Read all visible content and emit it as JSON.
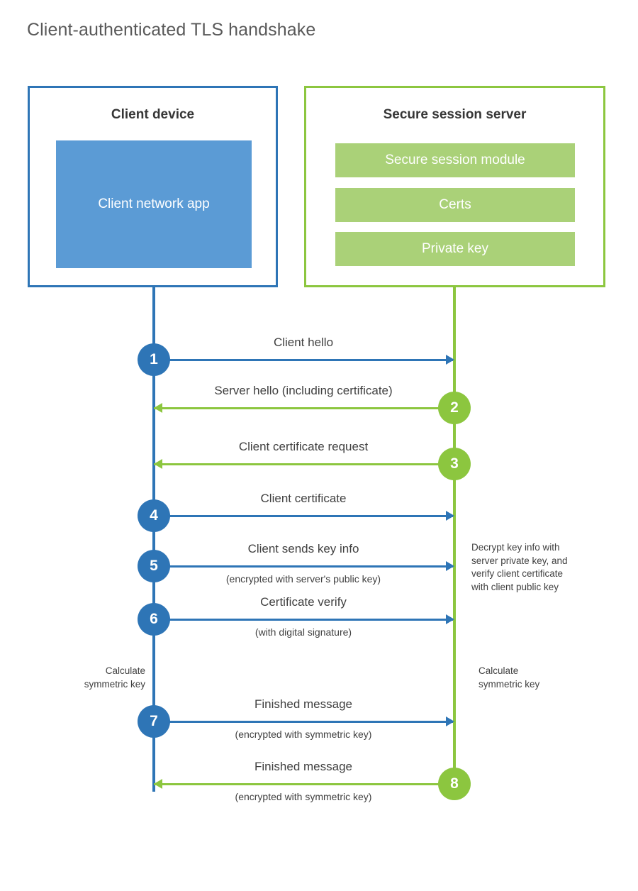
{
  "title": "Client-authenticated TLS handshake",
  "colors": {
    "client_blue": "#2e75b6",
    "client_app_blue": "#5b9bd5",
    "server_green": "#8cc63f",
    "server_block_green": "#aad178",
    "text": "#404040",
    "title_text": "#595959"
  },
  "client": {
    "title": "Client device",
    "app_label": "Client network\napp"
  },
  "server": {
    "title": "Secure session server",
    "blocks": [
      "Secure session module",
      "Certs",
      "Private key"
    ]
  },
  "messages": [
    {
      "step": "1",
      "direction": "client-to-server",
      "label": "Client hello",
      "sublabel": ""
    },
    {
      "step": "2",
      "direction": "server-to-client",
      "label": "Server hello (including certificate)",
      "sublabel": ""
    },
    {
      "step": "3",
      "direction": "server-to-client",
      "label": "Client certificate request",
      "sublabel": ""
    },
    {
      "step": "4",
      "direction": "client-to-server",
      "label": "Client certificate",
      "sublabel": ""
    },
    {
      "step": "5",
      "direction": "client-to-server",
      "label": "Client sends key info",
      "sublabel": "(encrypted with server's public key)"
    },
    {
      "step": "6",
      "direction": "client-to-server",
      "label": "Certificate verify",
      "sublabel": "(with digital signature)"
    },
    {
      "step": "7",
      "direction": "client-to-server",
      "label": "Finished message",
      "sublabel": "(encrypted with symmetric key)"
    },
    {
      "step": "8",
      "direction": "server-to-client",
      "label": "Finished message",
      "sublabel": "(encrypted with symmetric key)"
    }
  ],
  "notes": {
    "decrypt": "Decrypt key info with\nserver private key, and\nverify client certificate\nwith client public key",
    "client_calculate": "Calculate\nsymmetric key",
    "server_calculate": "Calculate\nsymmetric key"
  }
}
